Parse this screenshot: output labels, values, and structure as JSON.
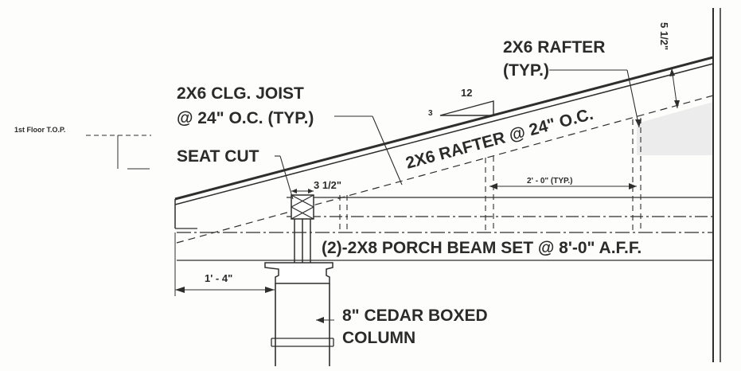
{
  "labels": {
    "rafter_typ_line1": "2X6 RAFTER",
    "rafter_typ_line2": "(TYP.)",
    "clg_joist_line1": "2X6 CLG. JOIST",
    "clg_joist_line2": "@ 24\" O.C. (TYP.)",
    "rafter_spacing": "2X6 RAFTER @ 24\" O.C.",
    "seat_cut": "SEAT CUT",
    "beam": "(2)-2X8 PORCH BEAM SET @ 8'-0\" A.F.F.",
    "column_line1": "8\" CEDAR BOXED",
    "column_line2": "COLUMN",
    "floor_ref": "1st Floor T.O.P."
  },
  "dimensions": {
    "seat_depth": "3 1/2\"",
    "overhang": "1' - 4\"",
    "joist_spacing": "2' - 0\" (TYP.)",
    "rafter_depth": "5 1/2\"",
    "pitch_run": "12",
    "pitch_rise": "3"
  }
}
